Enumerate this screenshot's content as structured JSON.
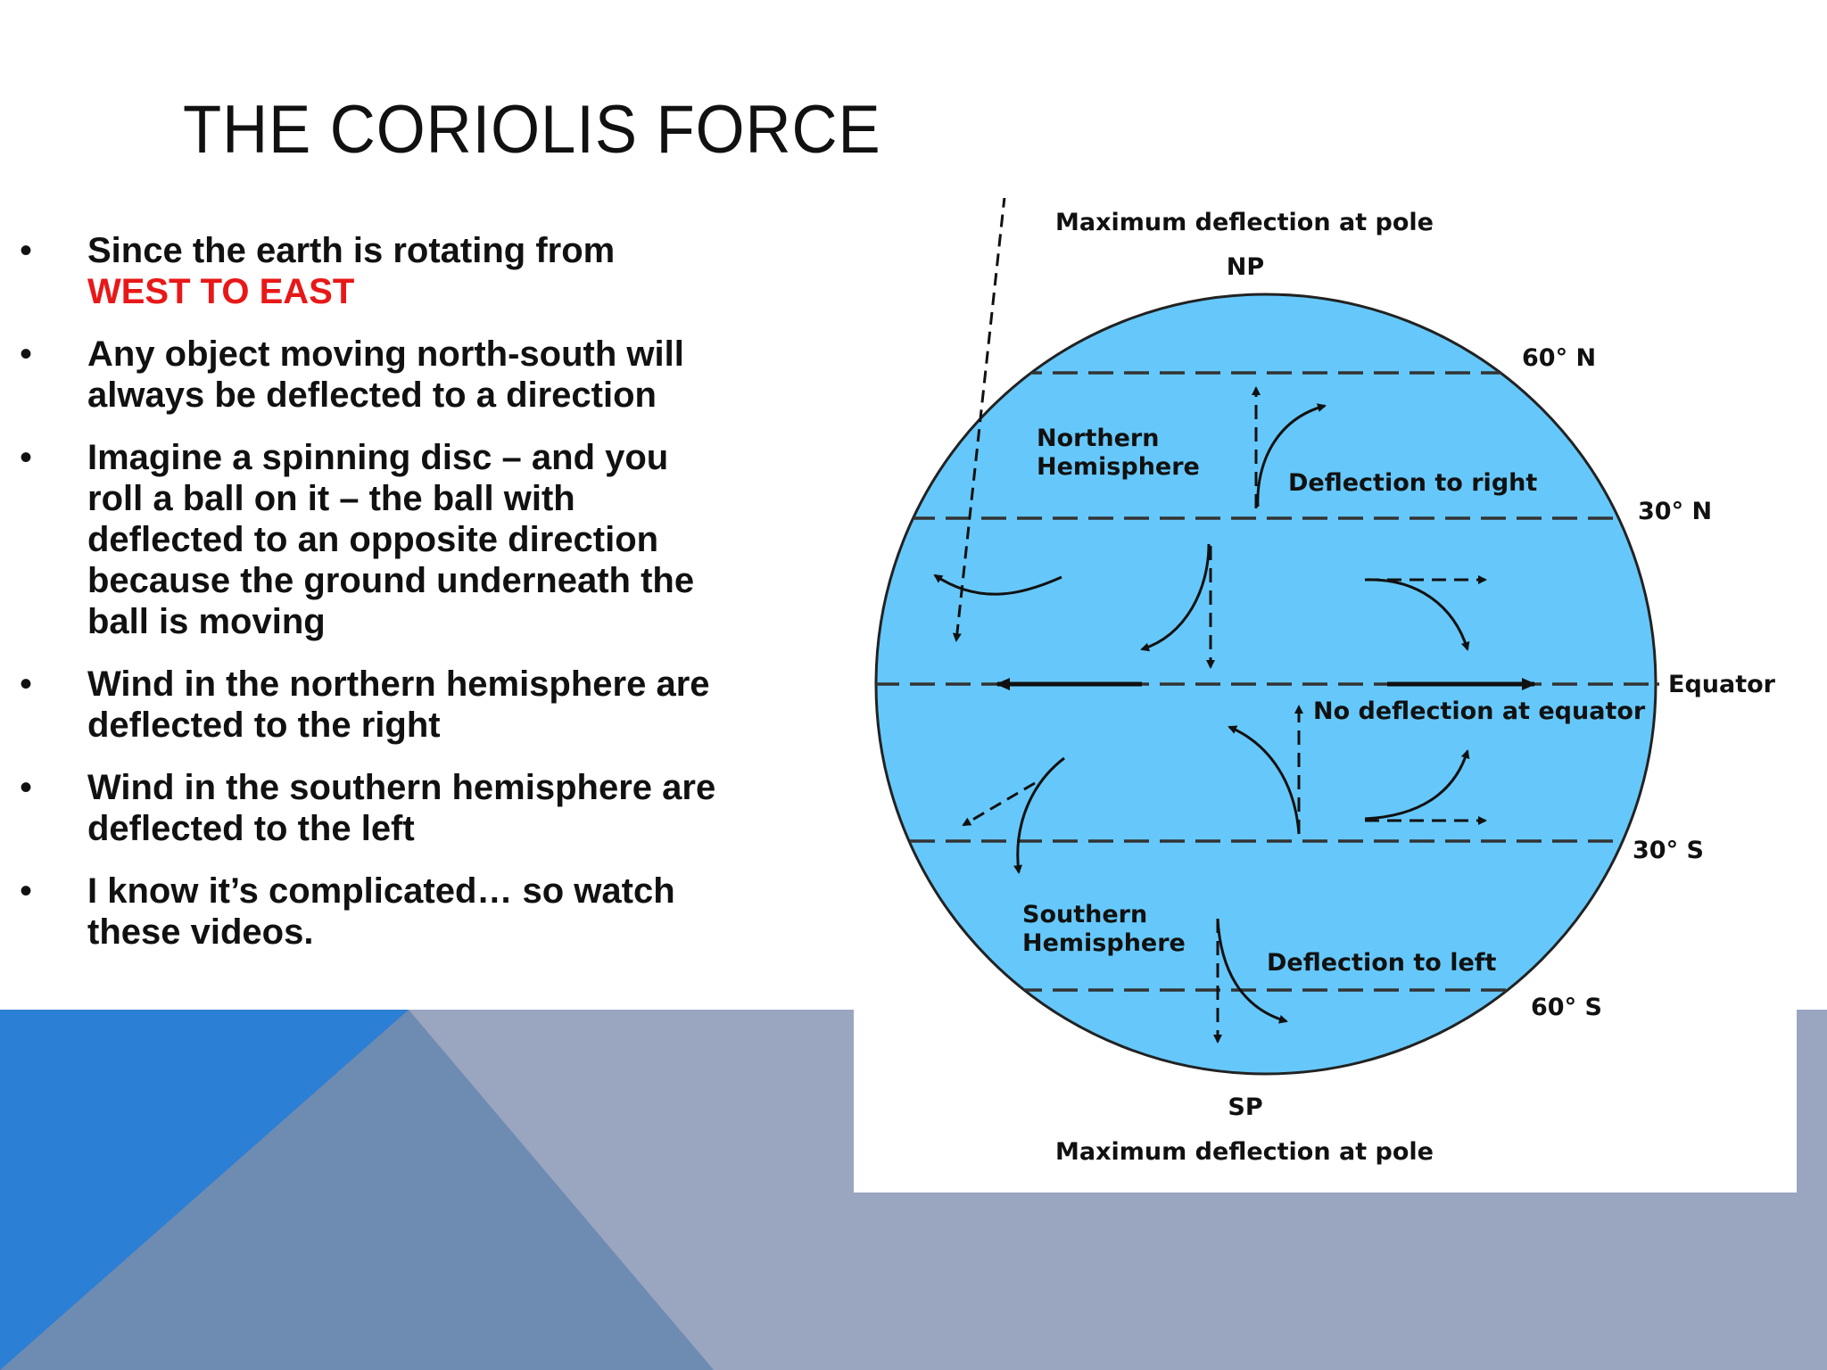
{
  "slide": {
    "title": "THE CORIOLIS FORCE",
    "bullets": [
      {
        "text": "Since the earth is rotating from",
        "highlight": "WEST TO EAST"
      },
      {
        "text": "Any object moving north-south will always be deflected to a direction"
      },
      {
        "text": "Imagine a spinning disc – and you roll a ball on it – the ball with deflected to an opposite direction because the ground underneath the ball is moving"
      },
      {
        "text": "Wind in the northern hemisphere are deflected to the right"
      },
      {
        "text": "Wind in the southern hemisphere are deflected to the left"
      },
      {
        "text": "I know it’s complicated… so watch these videos."
      }
    ],
    "bullet_glyph": "•"
  },
  "diagram": {
    "top_caption": "Maximum deflection at pole",
    "bottom_caption": "Maximum deflection at pole",
    "north_pole": "NP",
    "south_pole": "SP",
    "lat_60n": "60° N",
    "lat_30n": "30° N",
    "equator": "Equator",
    "lat_30s": "30° S",
    "lat_60s": "60° S",
    "northern_hemisphere": [
      "Northern",
      "Hemisphere"
    ],
    "southern_hemisphere": [
      "Southern",
      "Hemisphere"
    ],
    "deflection_right": "Deflection to right",
    "deflection_left": "Deflection to left",
    "no_deflection": "No deflection at equator"
  },
  "colors": {
    "title_text": "#111111",
    "highlight_red": "#e81818",
    "globe_fill": "#66c8fa",
    "band_gray": "#9aa5bf",
    "band_blue": "#2b7fd4",
    "band_slate": "#6e8bb2"
  }
}
